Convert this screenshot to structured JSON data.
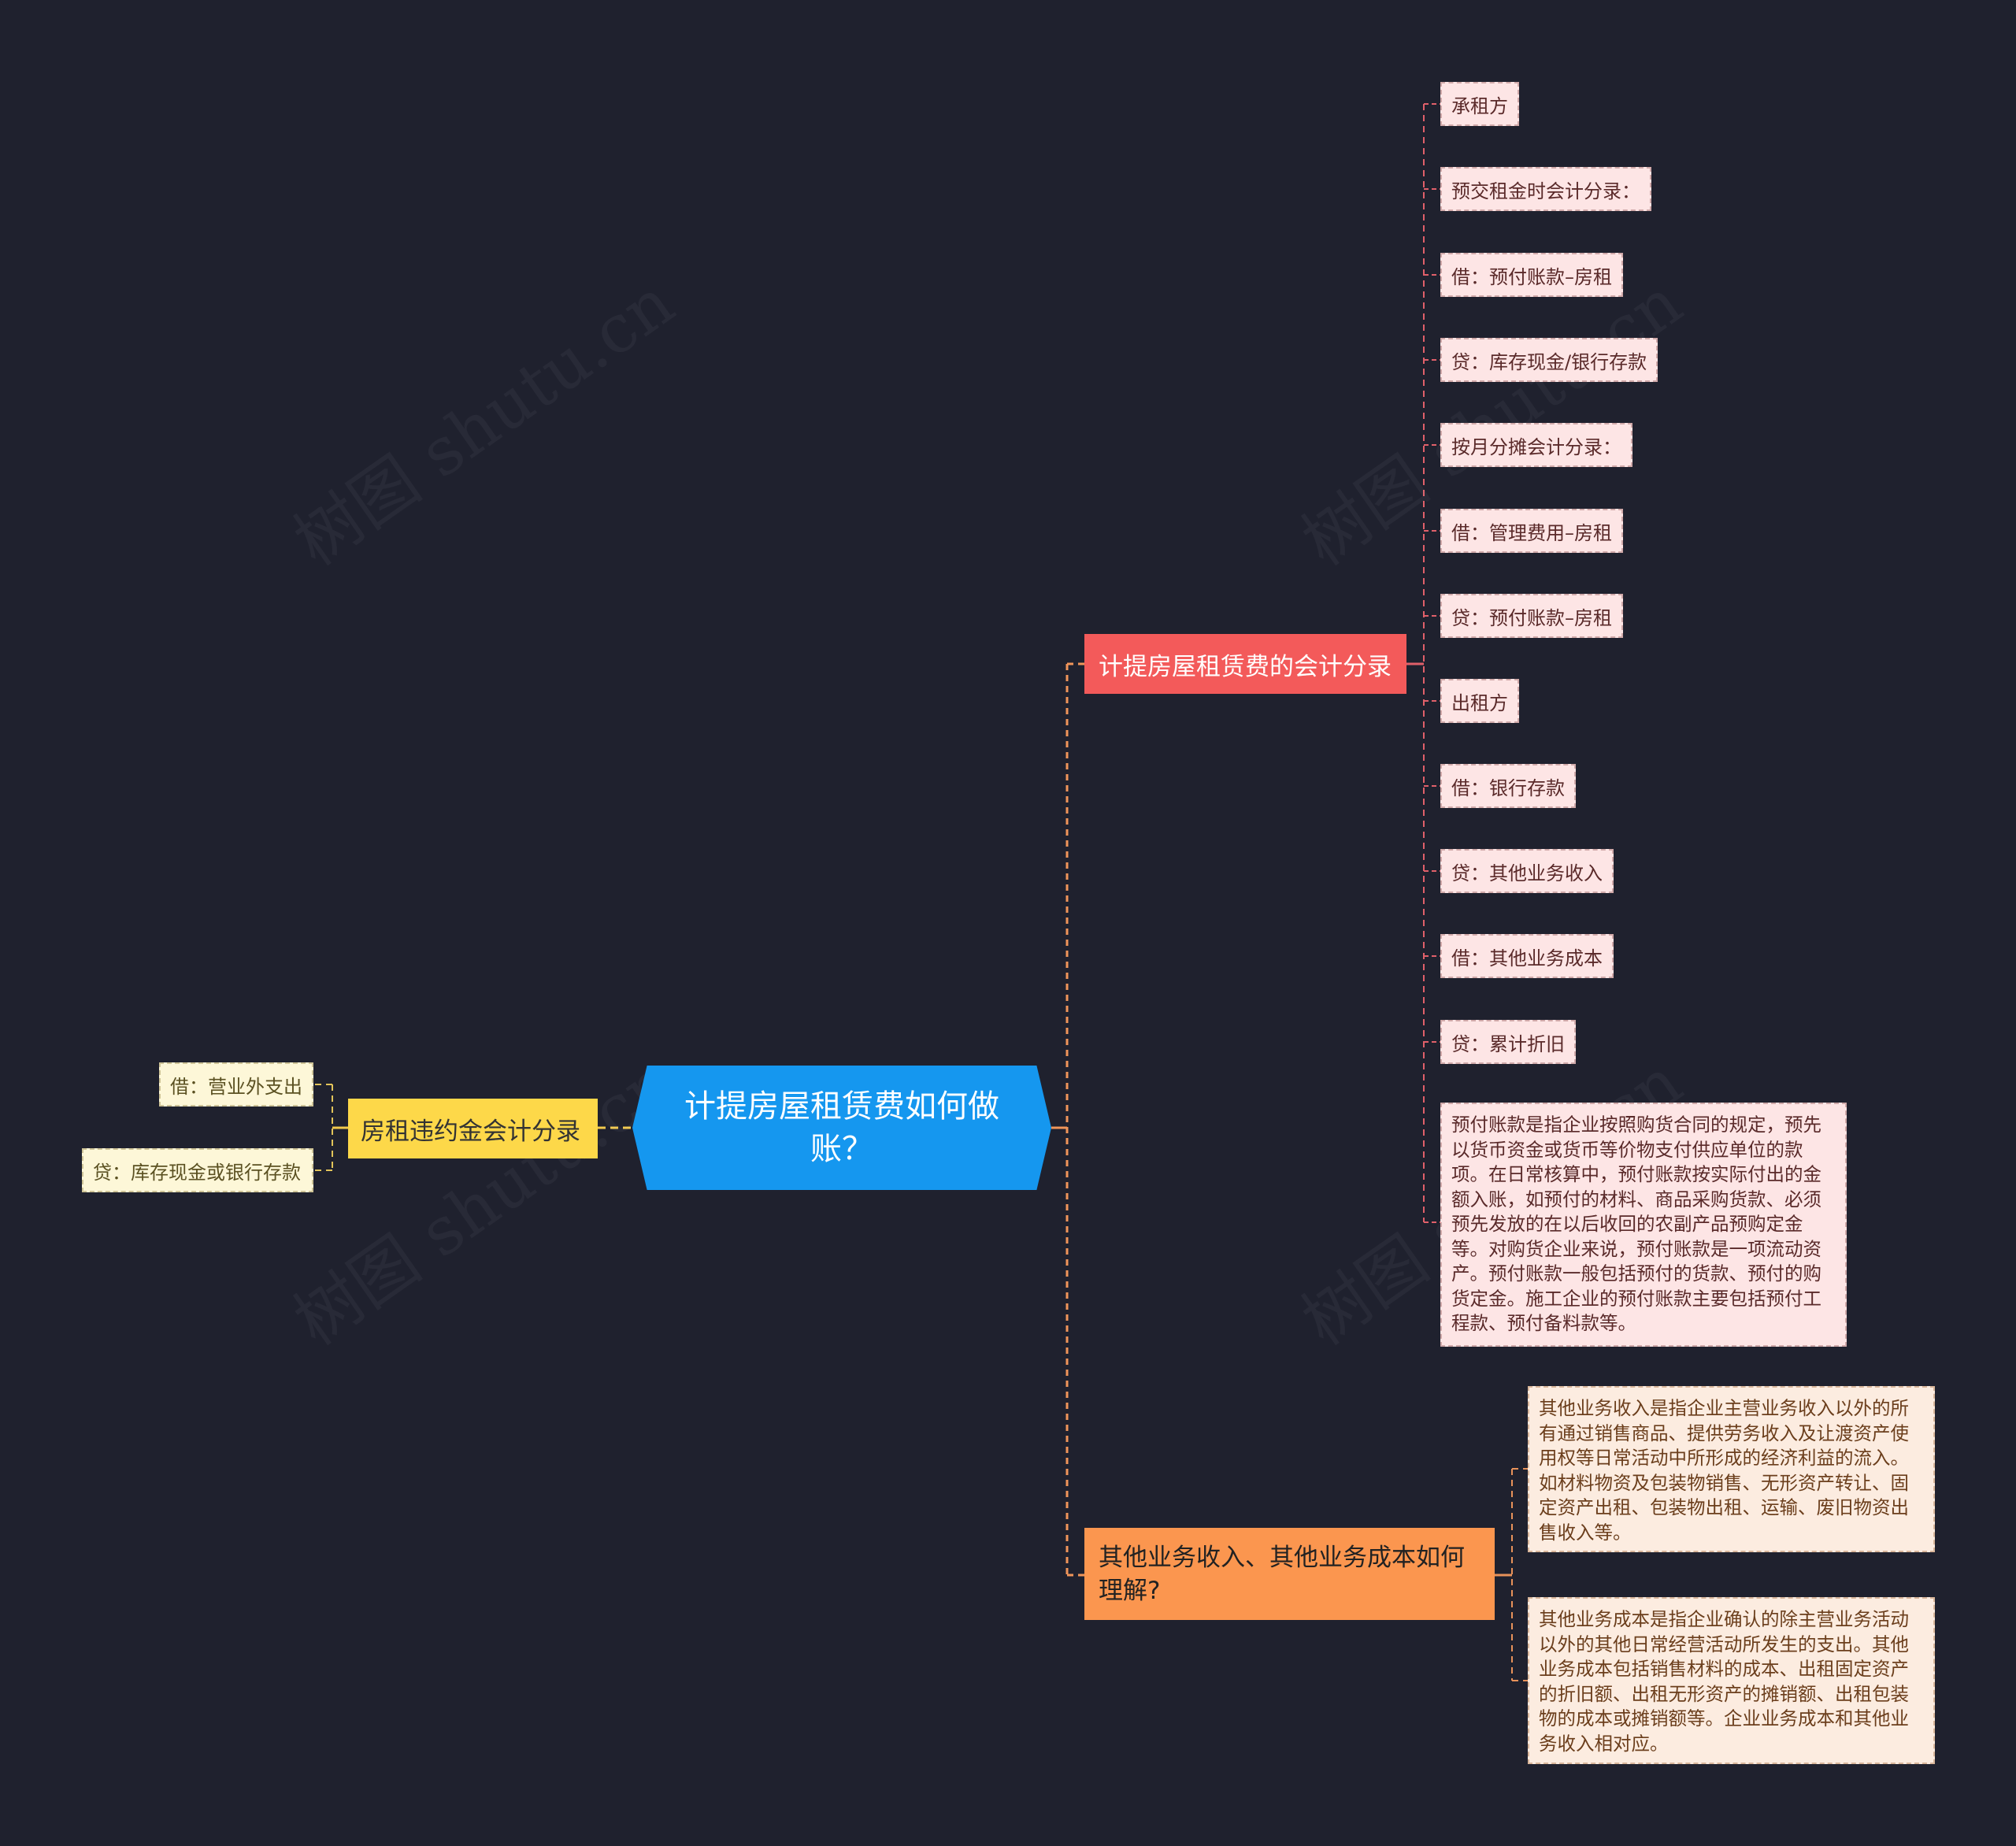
{
  "root": {
    "title": "计提房屋租赁费如何做账？"
  },
  "branches": {
    "accounting": {
      "title": "计提房屋租赁费的会计分录",
      "items": [
        "承租方",
        "预交租金时会计分录：",
        "借：预付账款–房租",
        "贷：库存现金/银行存款",
        "按月分摊会计分录：",
        "借：管理费用–房租",
        "贷：预付账款–房租",
        "出租方",
        "借：银行存款",
        "贷：其他业务收入",
        "借：其他业务成本",
        "贷：累计折旧"
      ],
      "note": "预付账款是指企业按照购货合同的规定，预先以货币资金或货币等价物支付供应单位的款项。在日常核算中，预付账款按实际付出的金额入账，如预付的材料、商品采购货款、必须预先发放的在以后收回的农副产品预购定金等。对购货企业来说，预付账款是一项流动资产。预付账款一般包括预付的货款、预付的购货定金。施工企业的预付账款主要包括预付工程款、预付备料款等。"
    },
    "other": {
      "title": "其他业务收入、其他业务成本如何理解?",
      "income": "其他业务收入是指企业主营业务收入以外的所有通过销售商品、提供劳务收入及让渡资产使用权等日常活动中所形成的经济利益的流入。如材料物资及包装物销售、无形资产转让、固定资产出租、包装物出租、运输、废旧物资出售收入等。",
      "cost": "其他业务成本是指企业确认的除主营业务活动以外的其他日常经营活动所发生的支出。其他业务成本包括销售材料的成本、出租固定资产的折旧额、出租无形资产的摊销额、出租包装物的成本或摊销额等。企业业务成本和其他业务收入相对应。"
    },
    "penalty": {
      "title": "房租违约金会计分录",
      "items": [
        "借：营业外支出",
        "贷：库存现金或银行存款"
      ]
    }
  },
  "watermark": "树图 shutu.cn",
  "colors": {
    "background": "#1f212e",
    "root": "#1597ef",
    "accounting": "#f35a5a",
    "other": "#fb964f",
    "penalty": "#fdd849"
  }
}
